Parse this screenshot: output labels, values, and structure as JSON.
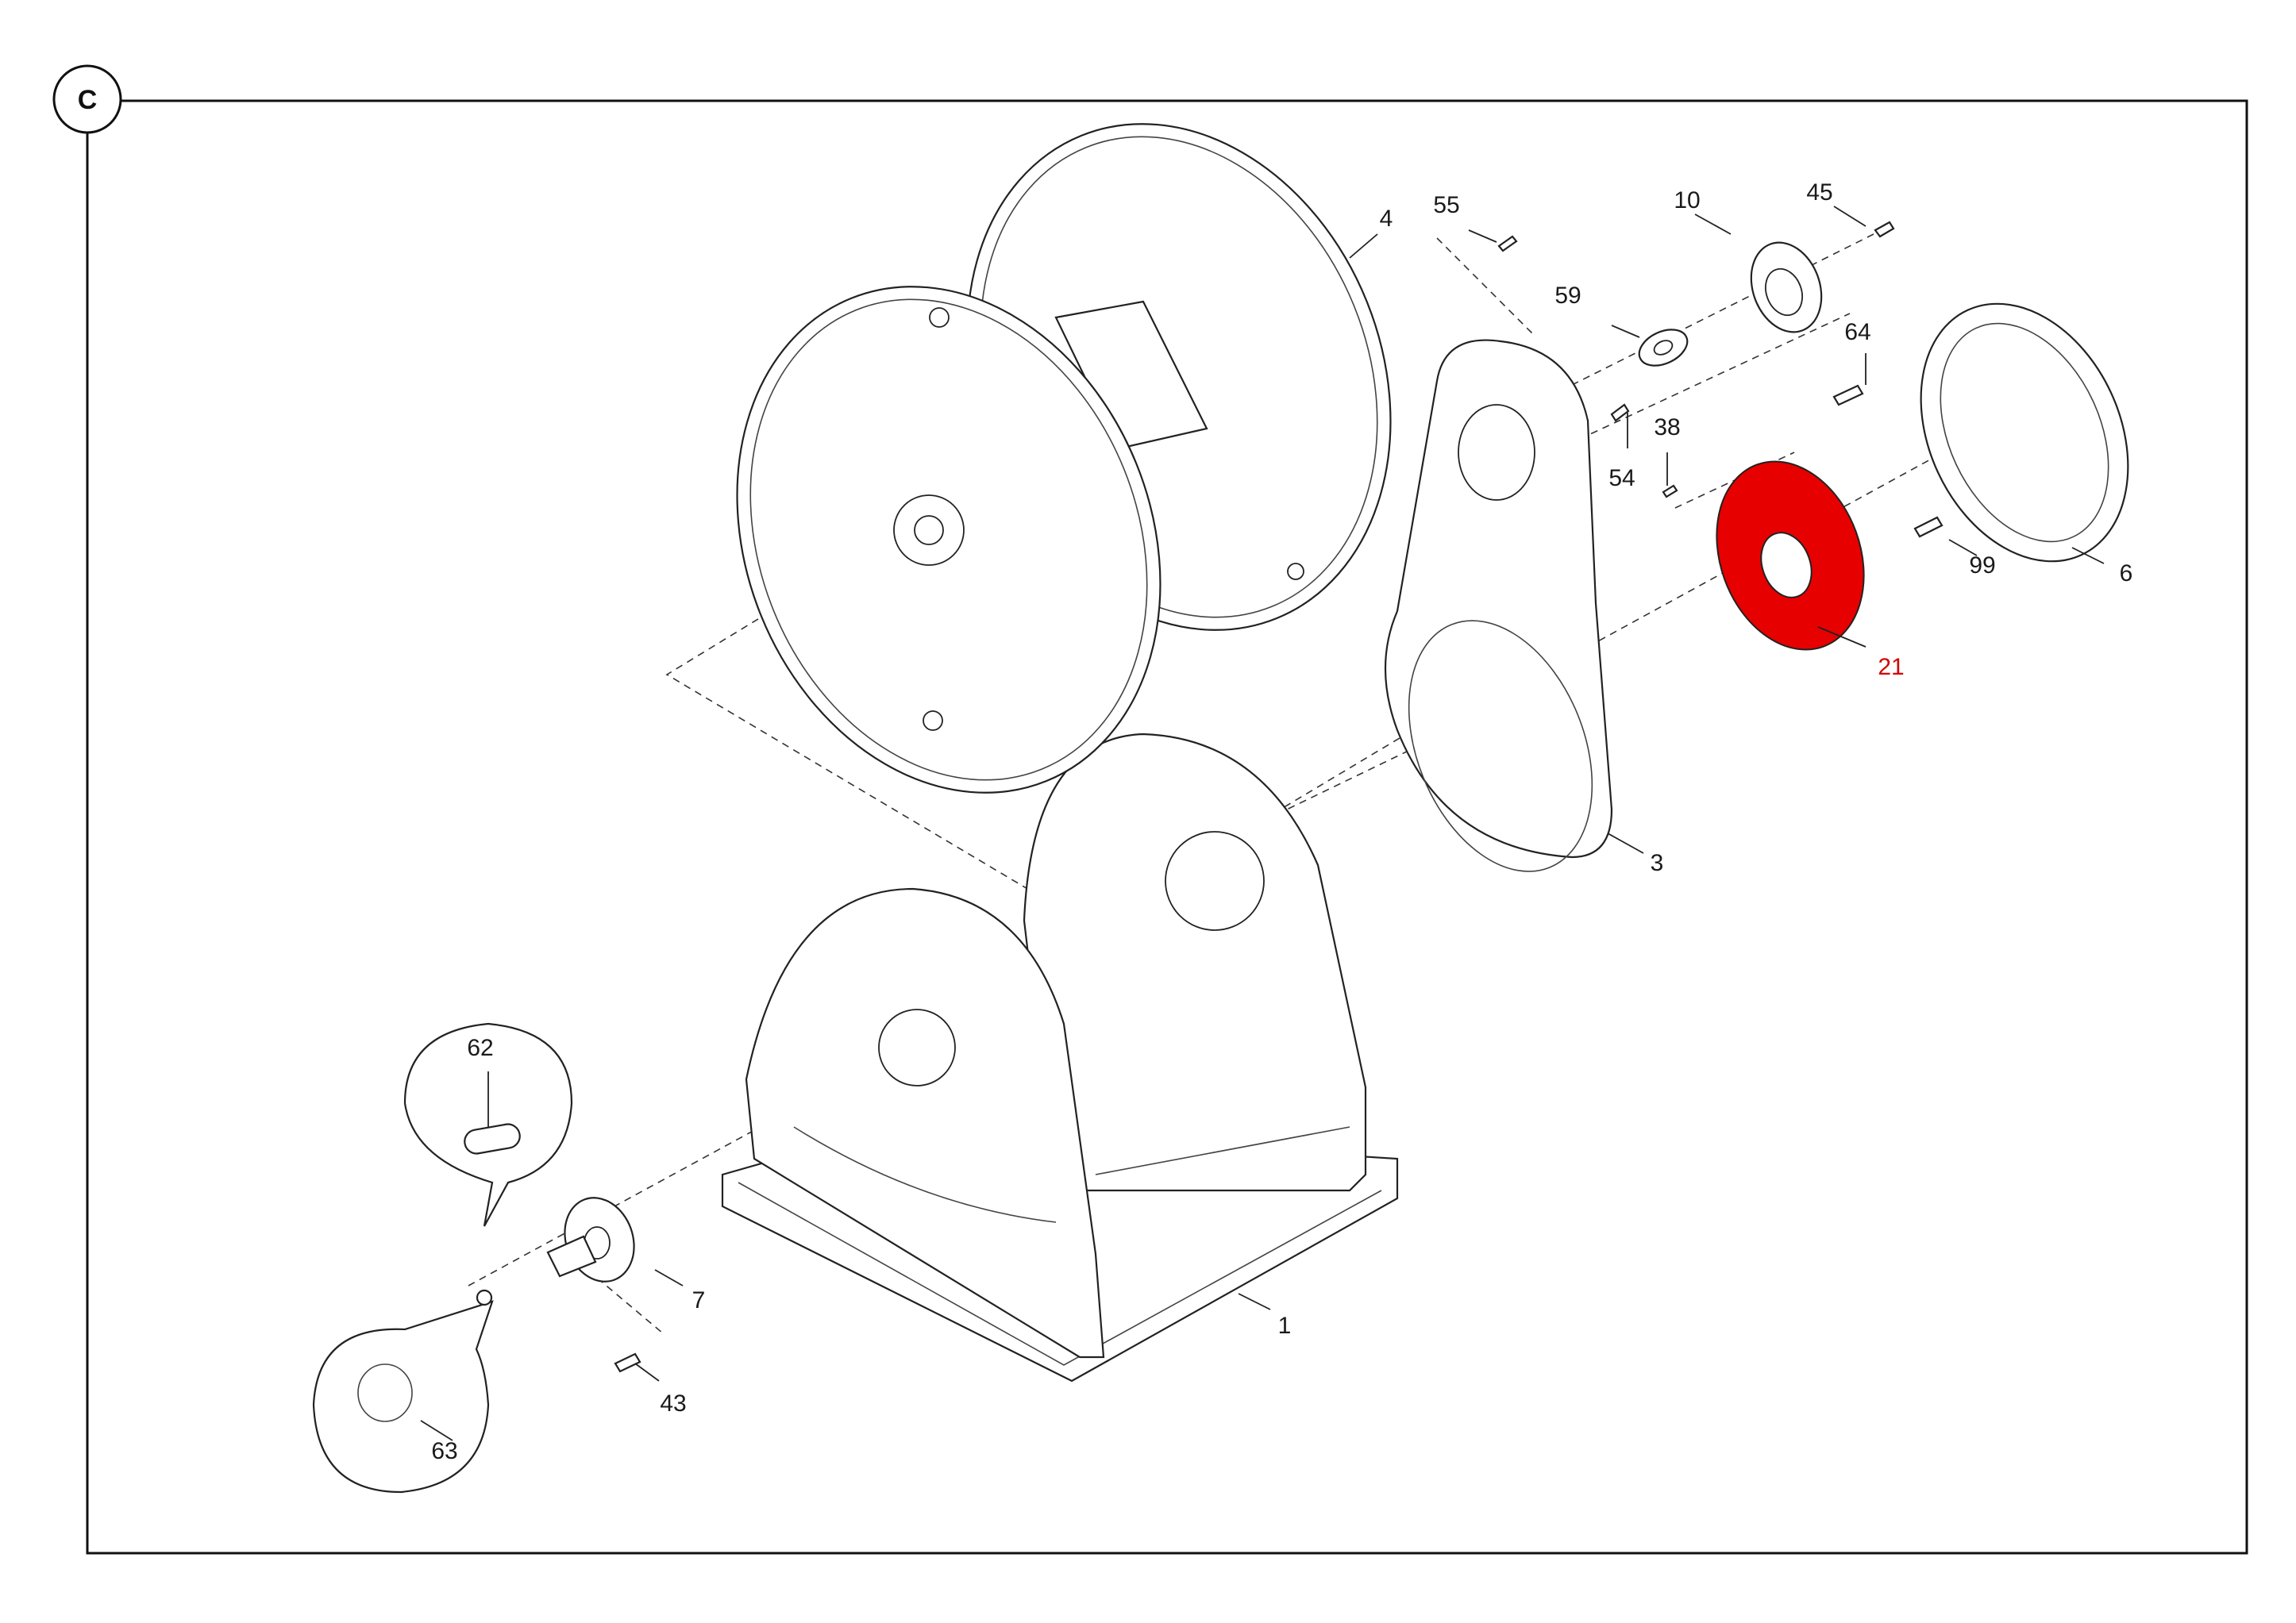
{
  "section_badge": "C",
  "highlight_color": "#e60000",
  "highlighted_part": "21",
  "callouts": {
    "p1": "1",
    "p3": "3",
    "p4": "4",
    "p6": "6",
    "p7": "7",
    "p10": "10",
    "p21": "21",
    "p38": "38",
    "p43": "43",
    "p45": "45",
    "p54": "54",
    "p55": "55",
    "p59": "59",
    "p62": "62",
    "p63": "63",
    "p64": "64",
    "p99": "99"
  }
}
